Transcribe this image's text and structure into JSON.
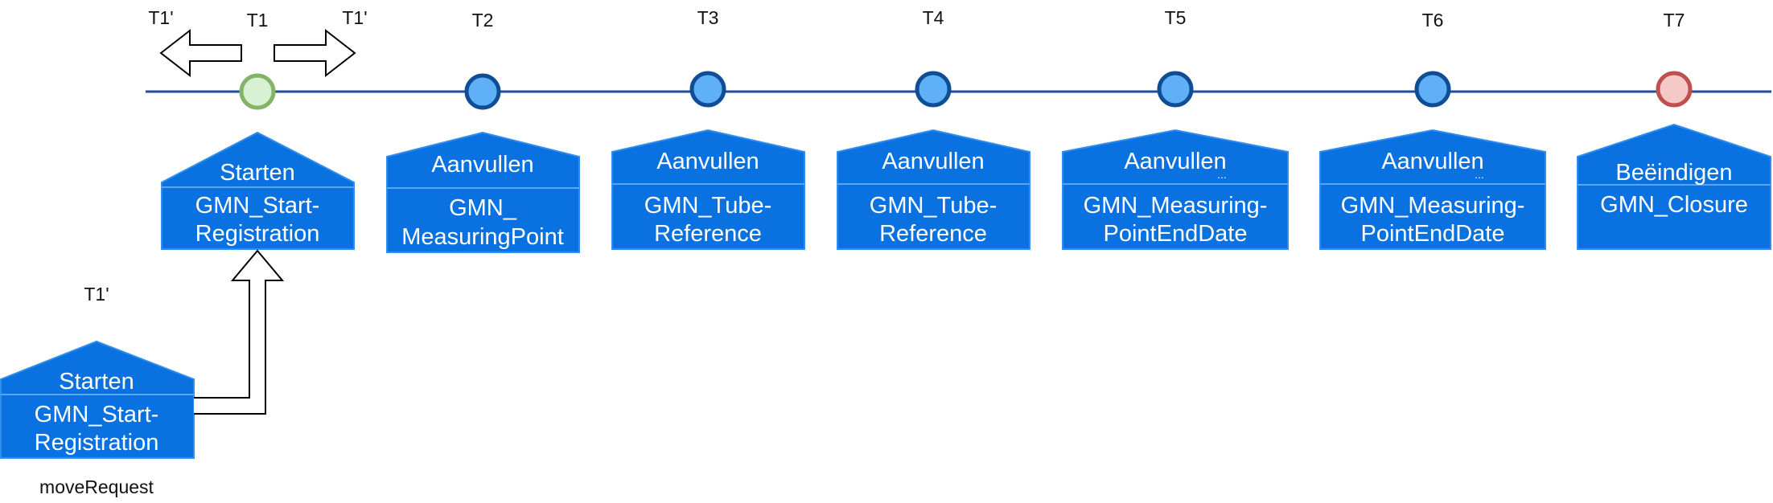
{
  "colors": {
    "timeline": "#1f4e96",
    "box_fill": "#0a72e0",
    "box_stroke": "#2f8dee",
    "box_divider": "#5aa6f2",
    "node_blue_fill": "#5fb0f7",
    "node_blue_stroke": "#0f4e94",
    "node_green_fill": "#d8f0d4",
    "node_green_stroke": "#82b366",
    "node_red_fill": "#f6c9c9",
    "node_red_stroke": "#c0504d",
    "arrow_stroke": "#000000",
    "arrow_fill": "#ffffff"
  },
  "timeline_labels": {
    "t1_back": "T1'",
    "t1": "T1",
    "t1_forward": "T1'",
    "t2": "T2",
    "t3": "T3",
    "t4": "T4",
    "t5": "T5",
    "t6": "T6",
    "t7": "T7"
  },
  "nodes": [
    {
      "key": "t1",
      "state": "start"
    },
    {
      "key": "t2",
      "state": "normal"
    },
    {
      "key": "t3",
      "state": "normal"
    },
    {
      "key": "t4",
      "state": "normal"
    },
    {
      "key": "t5",
      "state": "normal"
    },
    {
      "key": "t6",
      "state": "normal"
    },
    {
      "key": "t7",
      "state": "end"
    }
  ],
  "boxes": {
    "t1": {
      "title": "Starten",
      "line1": "GMN_Start-",
      "line2": "Registration"
    },
    "t2": {
      "title": "Aanvullen",
      "line1": "GMN_",
      "line2": "MeasuringPoint"
    },
    "t3": {
      "title": "Aanvullen",
      "line1": "GMN_Tube-",
      "line2": "Reference"
    },
    "t4": {
      "title": "Aanvullen",
      "line1": "GMN_Tube-",
      "line2": "Reference"
    },
    "t5": {
      "title": "Aanvullen",
      "line1": "GMN_Measuring-",
      "line2": "PointEndDate",
      "dots": "..."
    },
    "t6": {
      "title": "Aanvullen",
      "line1": "GMN_Measuring-",
      "line2": "PointEndDate",
      "dots": "..."
    },
    "t7": {
      "title": "Beëindigen",
      "line1": "GMN_Closure"
    }
  },
  "side": {
    "label": "T1'",
    "box": {
      "title": "Starten",
      "line1": "GMN_Start-",
      "line2": "Registration"
    },
    "caption": "moveRequest"
  }
}
